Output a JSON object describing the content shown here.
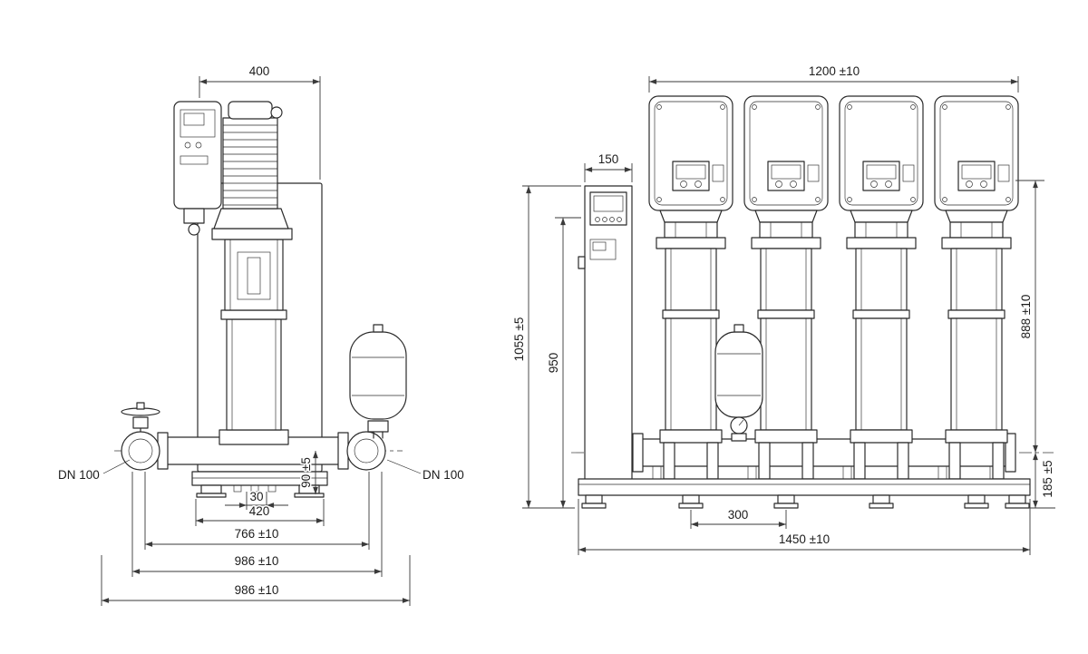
{
  "colors": {
    "line": "#2b2b2b",
    "dimension": "#3a3a3a",
    "background": "#ffffff"
  },
  "views": {
    "side": {
      "labels": {
        "width_top": "400",
        "manifold_height": "90 ±5",
        "axis_offset": "30",
        "frame_width": "420",
        "valve_span": "766 ±10",
        "overall_width": "986 ±10",
        "overall_width_2": "986 ±10",
        "dn_left": "DN 100",
        "dn_right": "DN 100"
      }
    },
    "front": {
      "labels": {
        "pump_row_width": "1200 ±10",
        "cabinet_width": "150",
        "system_height": "1055 ±5",
        "pump_height": "950",
        "upper_section_height": "888 ±10",
        "manifold_height": "185 ±5",
        "pump_spacing": "300",
        "base_length": "1450 ±10"
      }
    }
  }
}
